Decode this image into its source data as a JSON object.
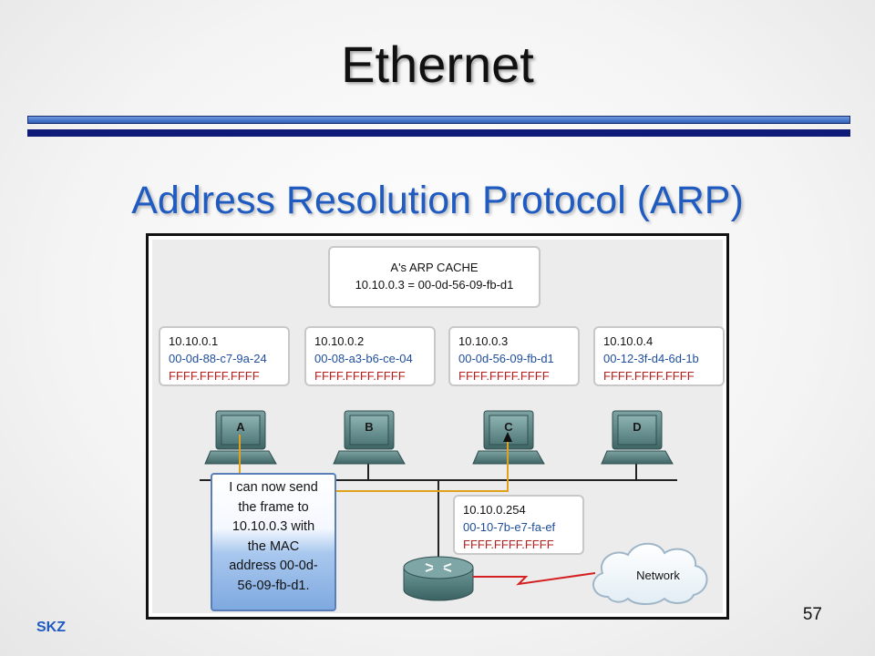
{
  "slide": {
    "title": "Ethernet",
    "subtitle": "Address Resolution Protocol (ARP)",
    "page_number": "57",
    "footer": "SKZ"
  },
  "figure": {
    "arp_cache": {
      "title": "A's ARP CACHE",
      "entry": "10.10.0.3 = 00-0d-56-09-fb-d1"
    },
    "hosts": [
      {
        "label": "A",
        "ip": "10.10.0.1",
        "mac": "00-0d-88-c7-9a-24",
        "broadcast": "FFFF.FFFF.FFFF"
      },
      {
        "label": "B",
        "ip": "10.10.0.2",
        "mac": "00-08-a3-b6-ce-04",
        "broadcast": "FFFF.FFFF.FFFF"
      },
      {
        "label": "C",
        "ip": "10.10.0.3",
        "mac": "00-0d-56-09-fb-d1",
        "broadcast": "FFFF.FFFF.FFFF"
      },
      {
        "label": "D",
        "ip": "10.10.0.4",
        "mac": "00-12-3f-d4-6d-1b",
        "broadcast": "FFFF.FFFF.FFFF"
      }
    ],
    "router": {
      "ip": "10.10.0.254",
      "mac": "00-10-7b-e7-fa-ef",
      "broadcast": "FFFF.FFFF.FFFF"
    },
    "network_label": "Network",
    "callout_lines": [
      "I can now send",
      "the frame to",
      "10.10.0.3 with",
      "the MAC",
      "address 00-0d-",
      "56-09-fb-d1."
    ],
    "colors": {
      "ip_text": "#111111",
      "mac_text": "#1f4e9c",
      "broadcast_text": "#b41f1f",
      "frame_path": "#e0a21a",
      "wan_link": "#d42020",
      "title_accent": "#1f5bc1"
    }
  }
}
